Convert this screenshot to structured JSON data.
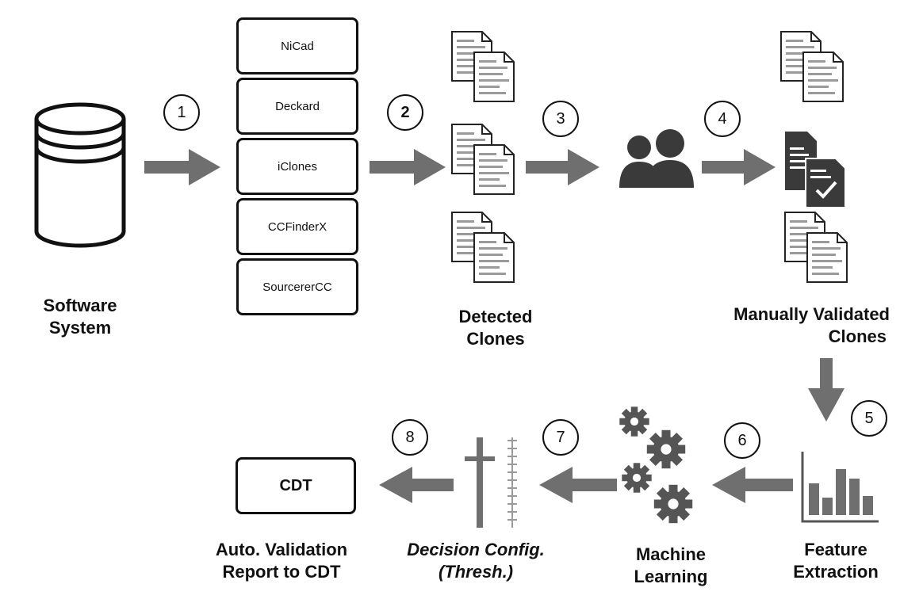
{
  "software_system": {
    "label_line1": "Software",
    "label_line2": "System"
  },
  "tools": [
    "NiCad",
    "Deckard",
    "iClones",
    "CCFinderX",
    "SourcererCC"
  ],
  "detected_clones": {
    "label_line1": "Detected",
    "label_line2": "Clones"
  },
  "validated_clones": {
    "label_line1": "Manually Validated",
    "label_line2": "Clones"
  },
  "feature_extraction": {
    "label_line1": "Feature",
    "label_line2": "Extraction"
  },
  "machine_learning": {
    "label_line1": "Machine",
    "label_line2": "Learning"
  },
  "decision_config": {
    "label_line1": "Decision Config.",
    "label_line2": "(Thresh.)"
  },
  "report": {
    "box_label": "CDT",
    "label_line1": "Auto. Validation",
    "label_line2": "Report to CDT"
  },
  "steps": [
    "1",
    "2",
    "3",
    "4",
    "5",
    "6",
    "7",
    "8"
  ],
  "colors": {
    "arrow": "#6f6f6f",
    "icon_dark": "#3a3a3a",
    "doc_fill": "#ffffff",
    "doc_line": "#9a9a9a",
    "outline": "#111111"
  }
}
